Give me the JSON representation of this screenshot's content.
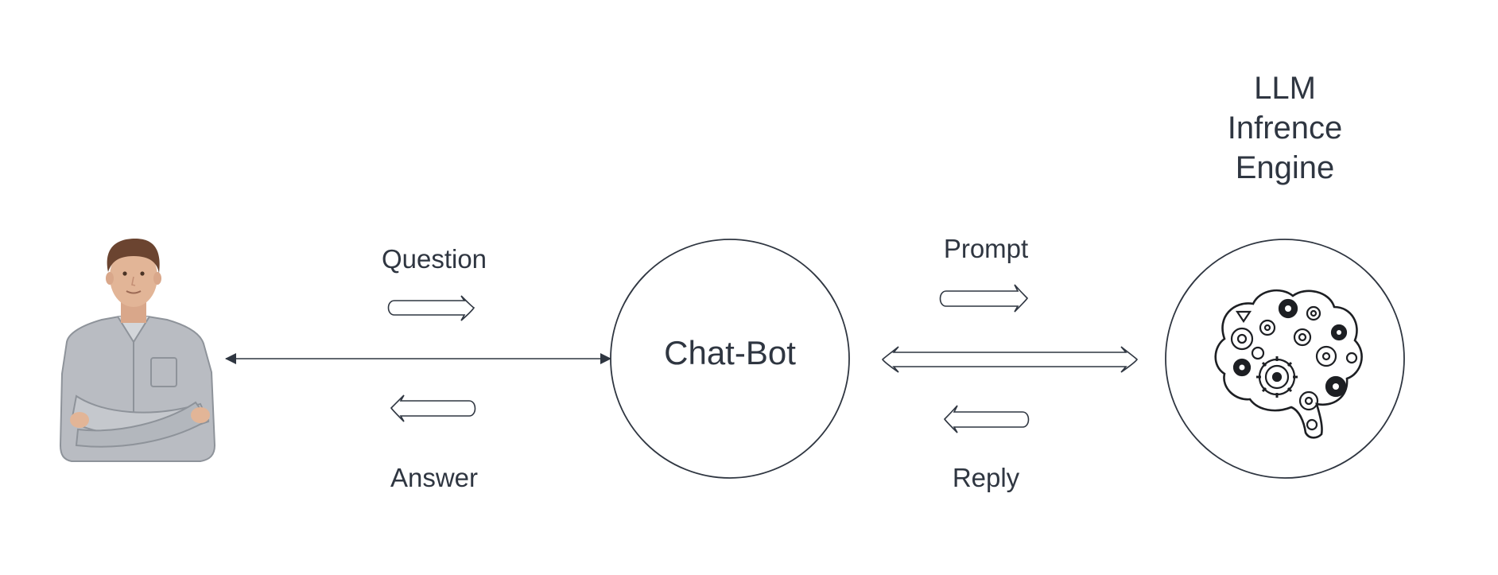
{
  "diagram": {
    "nodes": {
      "user": {
        "name": "user",
        "icon": "person-icon"
      },
      "chatbot": {
        "label": "Chat-Bot"
      },
      "engine": {
        "title_lines": [
          "LLM",
          "Infrence",
          "Engine"
        ],
        "icon": "brain-gears-icon"
      }
    },
    "arrows": {
      "question": {
        "label": "Question"
      },
      "answer": {
        "label": "Answer"
      },
      "prompt": {
        "label": "Prompt"
      },
      "reply": {
        "label": "Reply"
      }
    }
  },
  "colors": {
    "stroke": "#2f3641",
    "text": "#2f3641",
    "background": "#ffffff",
    "skin": "#e2b597",
    "hair": "#6b4430",
    "shirt": "#b9bcc2"
  }
}
